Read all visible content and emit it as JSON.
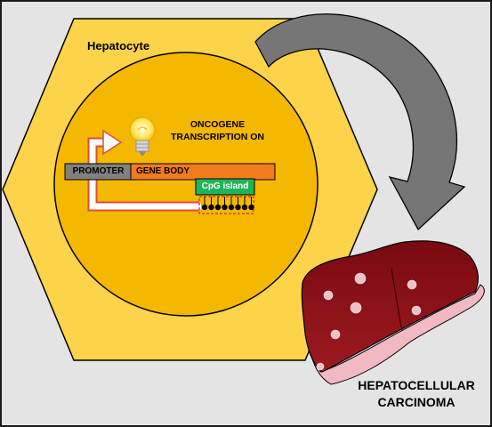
{
  "cell": {
    "title": "Hepatocyte"
  },
  "gene": {
    "promoter_label": "PROMOTER",
    "gene_body_label": "GENE BODY",
    "cpg_label": "CpG island",
    "methyl_sites": 8
  },
  "status": {
    "line1": "ONCOGENE",
    "line2": "TRANSCRIPTION ON"
  },
  "outcome": {
    "line1": "HEPATOCELLULAR",
    "line2": "CARCINOMA"
  },
  "colors": {
    "background": "#e4e4e4",
    "hexagon": "#fcd349",
    "nucleus": "#f5b800",
    "promoter": "#808080",
    "gene_body": "#f47a1f",
    "cpg": "#1fb35b",
    "transcript_arrow": "#ffffff",
    "liver": "#8a0e14",
    "liver_edge": "#f3b9c3",
    "big_arrow": "#767676"
  }
}
